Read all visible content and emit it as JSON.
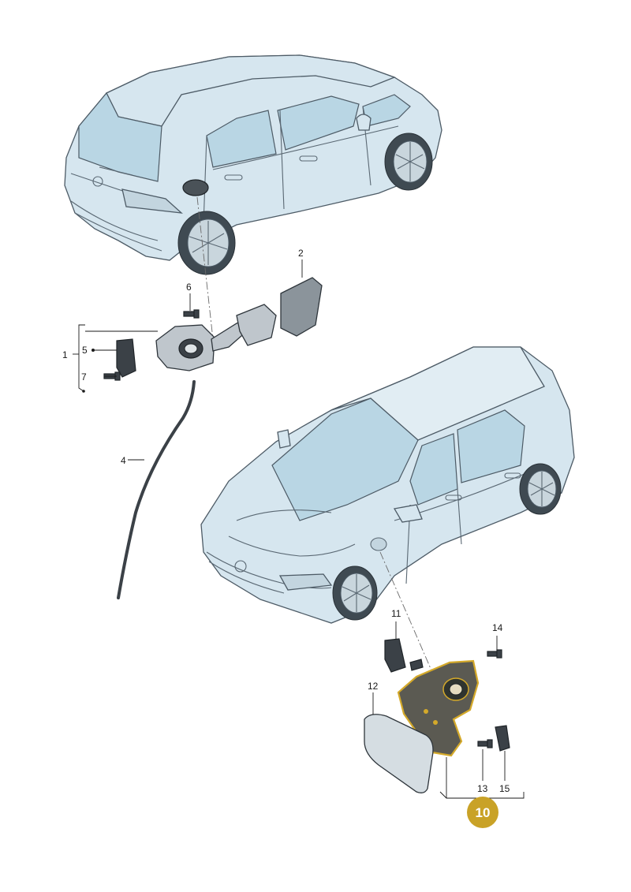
{
  "diagram": {
    "callouts": {
      "c1": "1",
      "c2": "2",
      "c4": "4",
      "c5": "5",
      "c6": "6",
      "c7": "7",
      "c10": "10",
      "c11": "11",
      "c12": "12",
      "c13": "13",
      "c14": "14",
      "c15": "15"
    },
    "highlight_color": "#C9A227",
    "highlight_outline": "#D4A92A"
  }
}
